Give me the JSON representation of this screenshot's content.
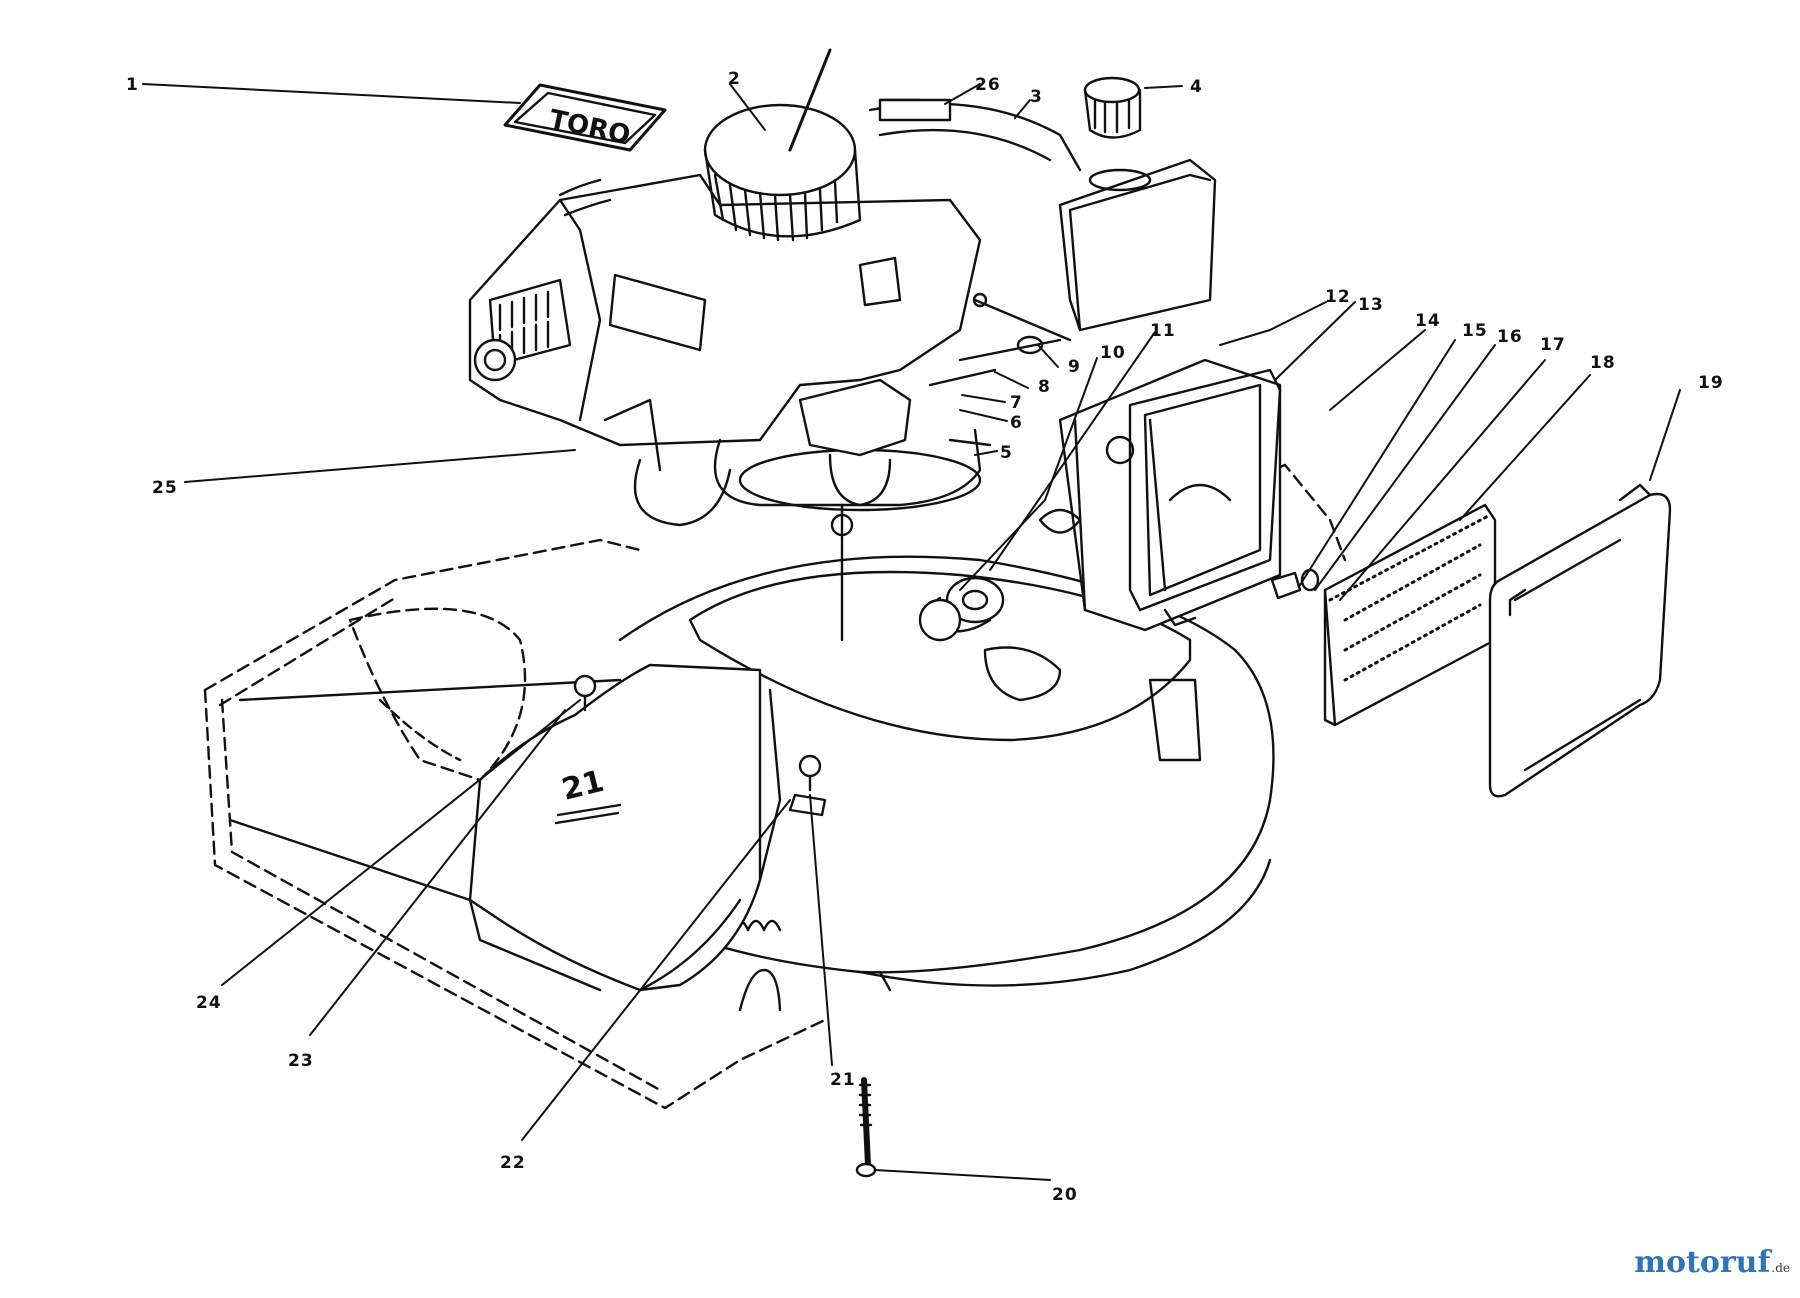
{
  "diagram": {
    "type": "exploded-parts-diagram",
    "callouts": [
      "1",
      "2",
      "3",
      "4",
      "5",
      "6",
      "7",
      "8",
      "9",
      "10",
      "11",
      "12",
      "13",
      "14",
      "15",
      "16",
      "17",
      "18",
      "19",
      "20",
      "21",
      "22",
      "23",
      "24",
      "25",
      "26"
    ],
    "embossed_text": {
      "logo": "TORO",
      "cover_number": "21"
    }
  },
  "watermark": {
    "main": "motoruf",
    "tld": ".de",
    "color": "#2f74b5"
  }
}
